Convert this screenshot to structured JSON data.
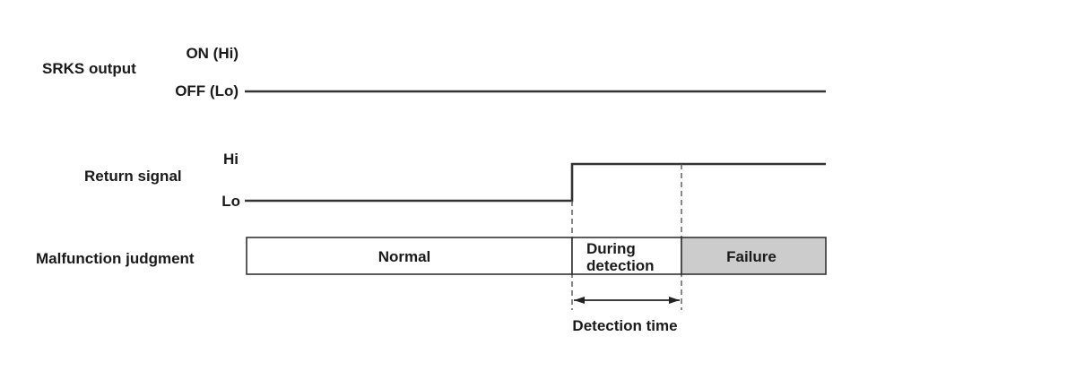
{
  "srks": {
    "label": "SRKS output",
    "hi_label": "ON (Hi)",
    "lo_label": "OFF (Lo)",
    "level": "Lo"
  },
  "return_signal": {
    "label": "Return signal",
    "hi_label": "Hi",
    "lo_label": "Lo",
    "initial_level": "Lo",
    "final_level": "Hi"
  },
  "judgment": {
    "label": "Malfunction judgment",
    "segments": [
      {
        "line1": "Normal",
        "line2": "",
        "fill": "#ffffff"
      },
      {
        "line1": "During",
        "line2": "detection",
        "fill": "#ffffff"
      },
      {
        "line1": "Failure",
        "line2": "",
        "fill": "#cccccc"
      }
    ]
  },
  "detection_time": {
    "label": "Detection time"
  },
  "colors": {
    "signal_line": "#333333",
    "failure_fill": "#cccccc",
    "normal_fill": "#ffffff"
  }
}
